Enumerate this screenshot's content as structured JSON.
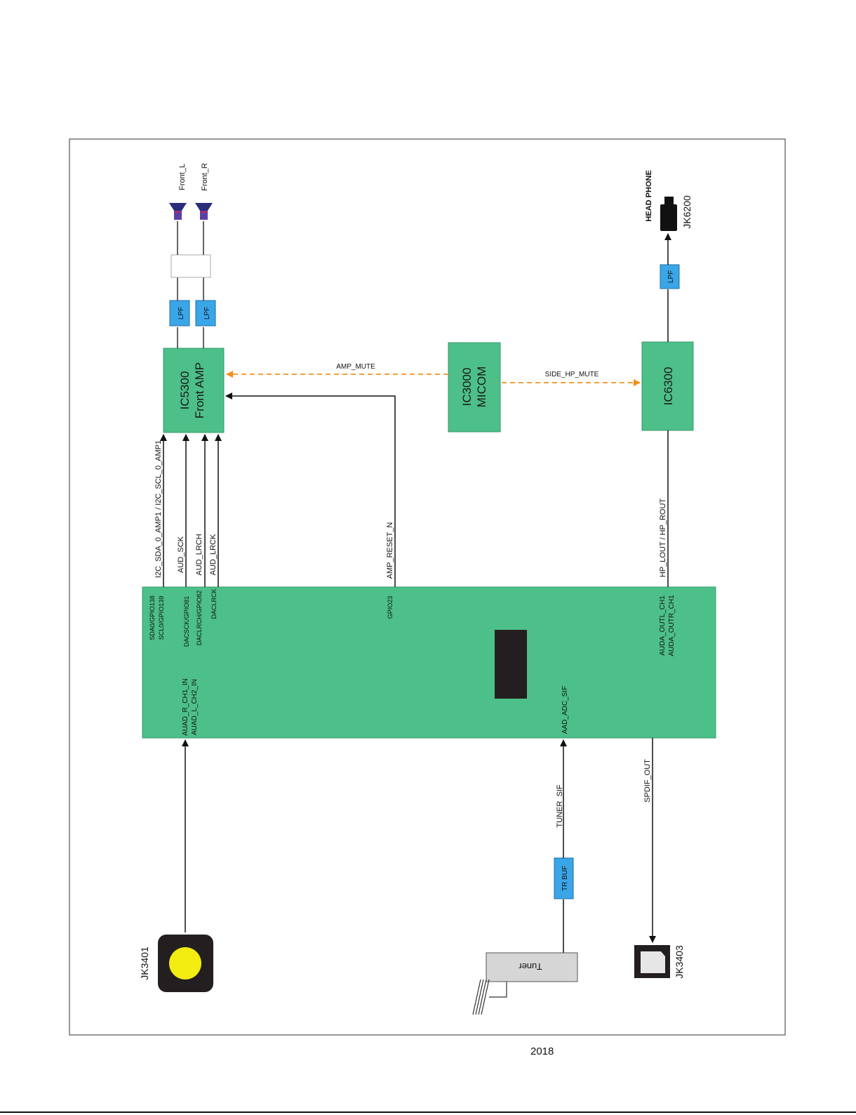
{
  "footer": {
    "year": "2018"
  },
  "colors": {
    "block": "#4dbf88",
    "lpf": "#3aa6e8",
    "mute_line": "#f0901c",
    "jack_yellow": "#f2ec10"
  },
  "blocks": {
    "ic5300": {
      "line1": "IC5300",
      "line2": "Front AMP"
    },
    "ic3000": {
      "line1": "IC3000",
      "line2": "MICOM"
    },
    "ic6300": {
      "line1": "IC6300"
    },
    "lpf_l": "LPF",
    "lpf_r": "LPF",
    "lpf_hp": "LPF",
    "trbuf": "TR BUF",
    "tuner": "Tuner"
  },
  "outputs": {
    "speaker_l": "Front_L",
    "speaker_r": "Front_R",
    "headphone_label": "HEAD PHONE",
    "headphone_jack": "JK6200"
  },
  "jacks": {
    "av_in": "JK3401",
    "spdif": "JK3403"
  },
  "signals": {
    "i2c": "I2C_SDA_0_AMP1 / I2C_SCL_0_AMP1",
    "aud_sck": "AUD_SCK",
    "aud_lrch": "AUD_LRCH",
    "aud_lrck": "AUD_LRCK",
    "amp_reset": "AMP_RESET_N",
    "amp_mute": "AMP_MUTE",
    "side_hp_mute": "SIDE_HP_MUTE",
    "hp_out": "HP_LOUT / HP_ROUT",
    "tuner_sif": "TUNER_SIF",
    "spdif_out": "SPDIF_OUT"
  },
  "pins": {
    "sda": "SDA0/GPIO138",
    "scl": "SCL0/GPIO139",
    "dacsck": "DACSCK/GPIO81",
    "daclrch": "DACLRCH/GPIO82",
    "daclrck": "DACLRCK",
    "gpio23": "GPIO23",
    "auda_outl": "AUDA_OUTL_CH1",
    "auda_outr": "AUDA_OUTR_CH1",
    "auad_r": "AUAD_R_CH1_IN",
    "auad_l": "AUAD_L_CH2_IN",
    "aad_adc_sif": "AAD_ADC_SIF"
  }
}
